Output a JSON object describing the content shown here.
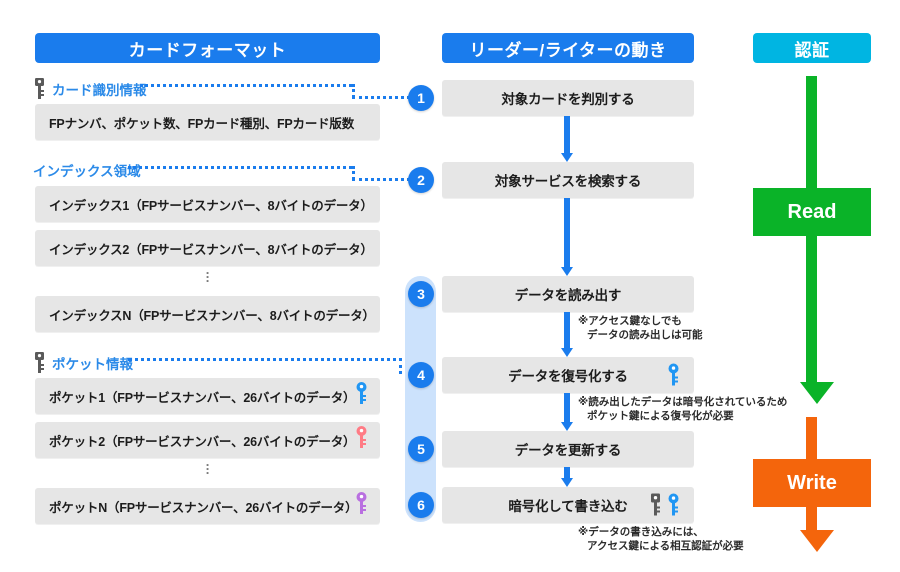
{
  "headers": {
    "card_format": "カードフォーマット",
    "reader_writer": "リーダー/ライターの動き",
    "authentication": "認証"
  },
  "card_format": {
    "sections": [
      {
        "label": "カード識別情報",
        "key_icon": "access-key-icon",
        "rows": [
          {
            "text": "FPナンバ、ポケット数、FPカード種別、FPカード版数",
            "key_icon": null
          }
        ]
      },
      {
        "label": "インデックス領域",
        "key_icon": null,
        "rows": [
          {
            "text": "インデックス1（FPサービスナンバー、8バイトのデータ）",
            "key_icon": null
          },
          {
            "text": "インデックス2（FPサービスナンバー、8バイトのデータ）",
            "key_icon": null
          },
          {
            "text": "インデックスN（FPサービスナンバー、8バイトのデータ）",
            "key_icon": null
          }
        ],
        "ellipsis": "⋮"
      },
      {
        "label": "ポケット情報",
        "key_icon": "access-key-icon",
        "rows": [
          {
            "text": "ポケット1（FPサービスナンバー、26バイトのデータ）",
            "key_icon": "pocket-key-icon",
            "key_color": "#2196f3"
          },
          {
            "text": "ポケット2（FPサービスナンバー、26バイトのデータ）",
            "key_icon": "pocket-key-icon",
            "key_color": "#ff7b85"
          },
          {
            "text": "ポケットN（FPサービスナンバー、26バイトのデータ）",
            "key_icon": "pocket-key-icon",
            "key_color": "#b96fe0"
          }
        ],
        "ellipsis": "⋮"
      }
    ]
  },
  "flow": {
    "steps": [
      {
        "number": "1",
        "label": "対象カードを判別する",
        "keys": []
      },
      {
        "number": "2",
        "label": "対象サービスを検索する",
        "keys": []
      },
      {
        "number": "3",
        "label": "データを読み出す",
        "keys": []
      },
      {
        "number": "4",
        "label": "データを復号化する",
        "keys": [
          "pocket-key-icon"
        ]
      },
      {
        "number": "5",
        "label": "データを更新する",
        "keys": []
      },
      {
        "number": "6",
        "label": "暗号化して書き込む",
        "keys": [
          "access-key-icon",
          "pocket-key-icon"
        ]
      }
    ],
    "notes": [
      {
        "line1": "※アクセス鍵なしでも",
        "line2": "データの読み出しは可能"
      },
      {
        "line1": "※読み出したデータは暗号化されているため",
        "line2": "ポケット鍵による復号化が必要"
      },
      {
        "line1": "※データの書き込みには、",
        "line2": "アクセス鍵による相互認証が必要"
      }
    ]
  },
  "auth": {
    "read_label": "Read",
    "write_label": "Write"
  },
  "colors": {
    "header_blue": "#1a7ced",
    "header_cyan": "#00b5e2",
    "band_light_blue": "#cce2fc",
    "read_green": "#0ab328",
    "write_orange": "#f4650c",
    "row_grey": "#e6e6e6",
    "label_blue": "#2b8ae8",
    "access_key_grey": "#5a5a5a"
  }
}
